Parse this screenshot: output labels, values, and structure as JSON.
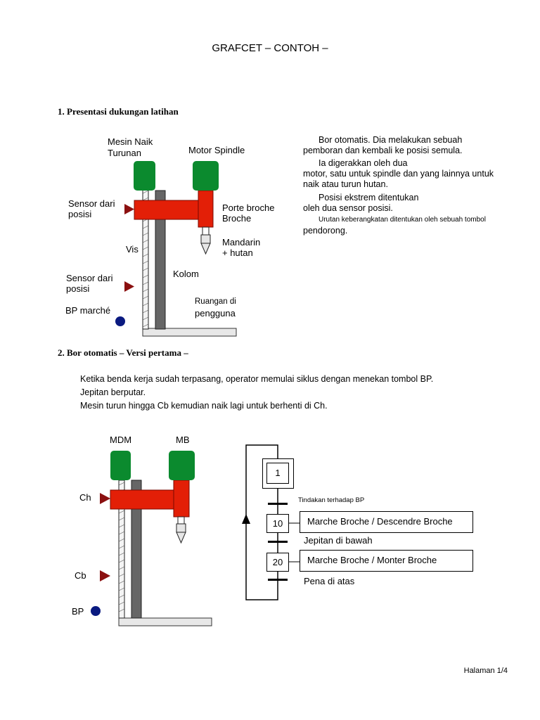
{
  "document": {
    "title": "GRAFCET – CONTOH –",
    "footer": "Halaman 1/4"
  },
  "section1": {
    "heading": "1. Presentasi dukungan latihan",
    "labels": {
      "mesin_naik_1": "Mesin Naik",
      "mesin_naik_2": "Turunan",
      "motor_spindle": "Motor Spindle",
      "sensor_top_1": "Sensor dari",
      "sensor_top_2": "posisi",
      "porte_broche_1": "Porte broche",
      "porte_broche_2": "Broche",
      "vis": "Vis",
      "mandarin_1": "Mandarin",
      "mandarin_2": "+ hutan",
      "kolom": "Kolom",
      "sensor_bottom_1": "Sensor dari",
      "sensor_bottom_2": "posisi",
      "ruangan_1": "Ruangan di",
      "ruangan_2": "pengguna",
      "bp_marche": "BP marché"
    },
    "description": {
      "line1": "Bor otomatis. Dia melakukan sebuah",
      "line2": "pemboran dan kembali ke posisi semula.",
      "line3": "Ia digerakkan oleh dua",
      "line4": "motor, satu untuk spindle dan yang lainnya untuk",
      "line5": "naik atau turun hutan.",
      "line6": "Posisi ekstrem ditentukan",
      "line7": "oleh dua sensor posisi.",
      "line8": "Urutan keberangkatan ditentukan oleh sebuah tombol",
      "line9": "pendorong."
    }
  },
  "section2": {
    "heading": "2. Bor otomatis – Versi pertama –",
    "text": {
      "line1": "Ketika benda kerja sudah terpasang, operator memulai siklus dengan menekan tombol BP.",
      "line2": "Jepitan berputar.",
      "line3": "Mesin turun hingga Cb kemudian naik lagi untuk berhenti di Ch."
    },
    "labels": {
      "mdm": "MDM",
      "mb": "MB",
      "ch": "Ch",
      "cb": "Cb",
      "bp": "BP"
    },
    "grafcet": {
      "step1": "1",
      "transition1": "Tindakan terhadap BP",
      "step10": "10",
      "action10": "Marche Broche / Descendre Broche",
      "transition2": "Jepitan di bawah",
      "step20": "20",
      "action20": "Marche Broche / Monter Broche",
      "transition3": "Pena di atas"
    }
  },
  "colors": {
    "motor_green": "#0b8a2e",
    "arm_red": "#e31f07",
    "sensor_red": "#8b1010",
    "button_navy": "#0a1a80",
    "column_gray": "#666666"
  }
}
